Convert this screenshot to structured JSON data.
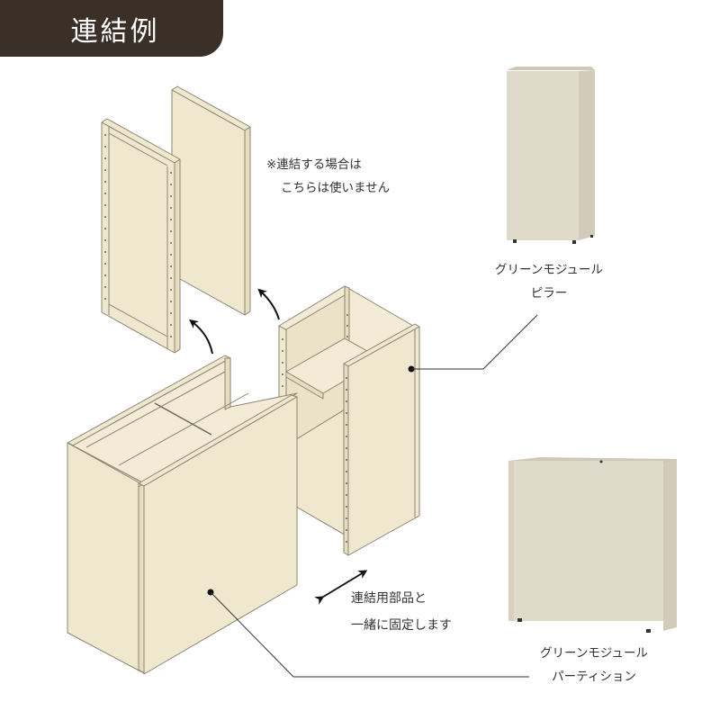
{
  "title": "連結例",
  "note": {
    "line1": "※連結する場合は",
    "line2": "こちらは使いません"
  },
  "pillar": {
    "line1": "グリーンモジュール",
    "line2": "ピラー"
  },
  "partition": {
    "line1": "グリーンモジュール",
    "line2": "パーティション"
  },
  "fixing": {
    "line1": "連結用部品と",
    "line2": "一緒に固定します"
  },
  "colors": {
    "title_bg": "#3a3028",
    "panel_fill": "#f0e7cf",
    "panel_stroke": "#8c8471",
    "product_fill": "#ddd6c8",
    "leader_line": "#333333"
  },
  "icons": [
    "curved-arrow-icon",
    "double-arrow-icon",
    "leader-dot-icon"
  ]
}
